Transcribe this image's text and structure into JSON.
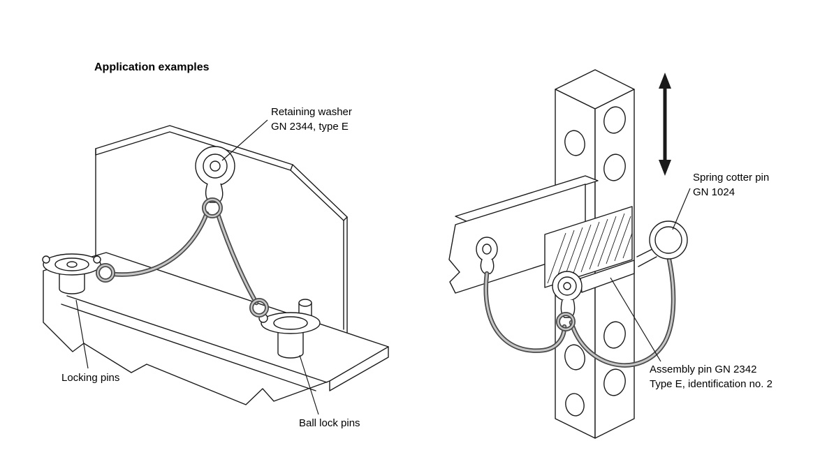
{
  "heading": "Application examples",
  "figures": {
    "left": {
      "labels": {
        "retaining_washer_line1": "Retaining washer",
        "retaining_washer_line2": "GN 2344, type E",
        "locking_pins": "Locking pins",
        "ball_lock_pins": "Ball lock pins"
      }
    },
    "right": {
      "labels": {
        "spring_cotter_line1": "Spring cotter pin",
        "spring_cotter_line2": "GN 1024",
        "assembly_pin_line1": "Assembly pin GN 2342",
        "assembly_pin_line2": "Type E, identification no. 2"
      }
    }
  },
  "colors": {
    "line": "#1a1a1a",
    "cable_dark": "#4a4a4a",
    "cable_light": "#c6c6c6",
    "paper": "#ffffff"
  }
}
